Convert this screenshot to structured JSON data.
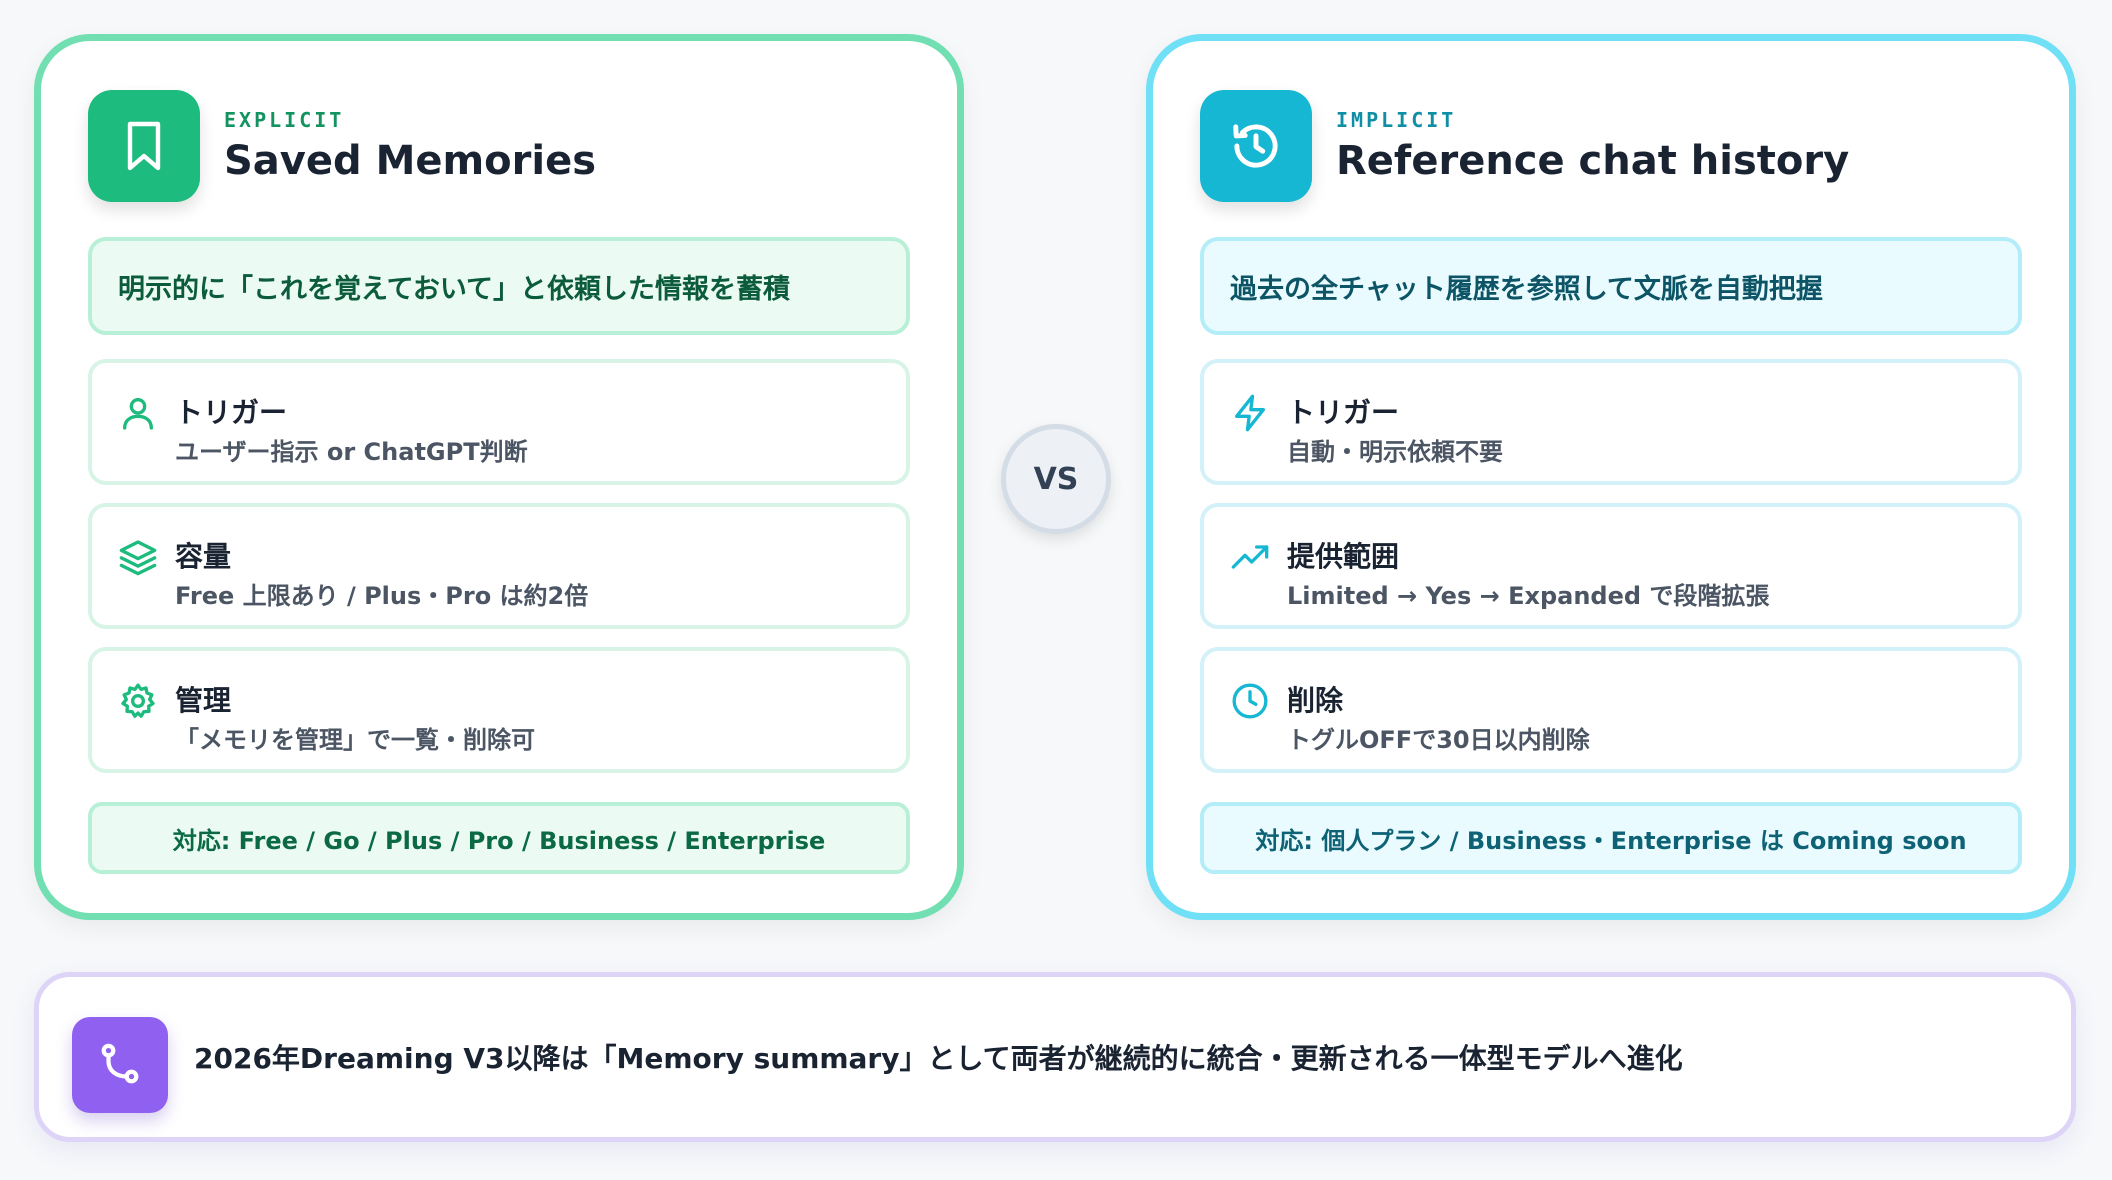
{
  "explicit": {
    "kicker": "EXPLICIT",
    "title": "Saved Memories",
    "badge_icon": "bookmark-icon",
    "summary": "明示的に「これを覚えておいて」と依頼した情報を蓄積",
    "items": [
      {
        "icon": "user-icon",
        "title": "トリガー",
        "desc": "ユーザー指示 or ChatGPT判断"
      },
      {
        "icon": "layers-icon",
        "title": "容量",
        "desc": "Free 上限あり / Plus・Pro は約2倍"
      },
      {
        "icon": "gear-icon",
        "title": "管理",
        "desc": "「メモリを管理」で一覧・削除可"
      }
    ],
    "support": "対応: Free / Go / Plus / Pro / Business / Enterprise",
    "accent": "#1dbb7d"
  },
  "implicit": {
    "kicker": "IMPLICIT",
    "title": "Reference chat history",
    "badge_icon": "history-icon",
    "summary": "過去の全チャット履歴を参照して文脈を自動把握",
    "items": [
      {
        "icon": "lightning-icon",
        "title": "トリガー",
        "desc": "自動・明示依頼不要"
      },
      {
        "icon": "trending-up-icon",
        "title": "提供範囲",
        "desc": "Limited → Yes → Expanded で段階拡張"
      },
      {
        "icon": "clock-icon",
        "title": "削除",
        "desc": "トグルOFFで30日以内削除"
      }
    ],
    "support": "対応: 個人プラン / Business・Enterprise は Coming soon",
    "accent": "#16b7d3"
  },
  "vs_label": "VS",
  "bottom": {
    "icon": "git-merge-icon",
    "text": "2026年Dreaming V3以降は「Memory summary」として両者が継続的に統合・更新される一体型モデルへ進化",
    "accent": "#9060f0"
  }
}
